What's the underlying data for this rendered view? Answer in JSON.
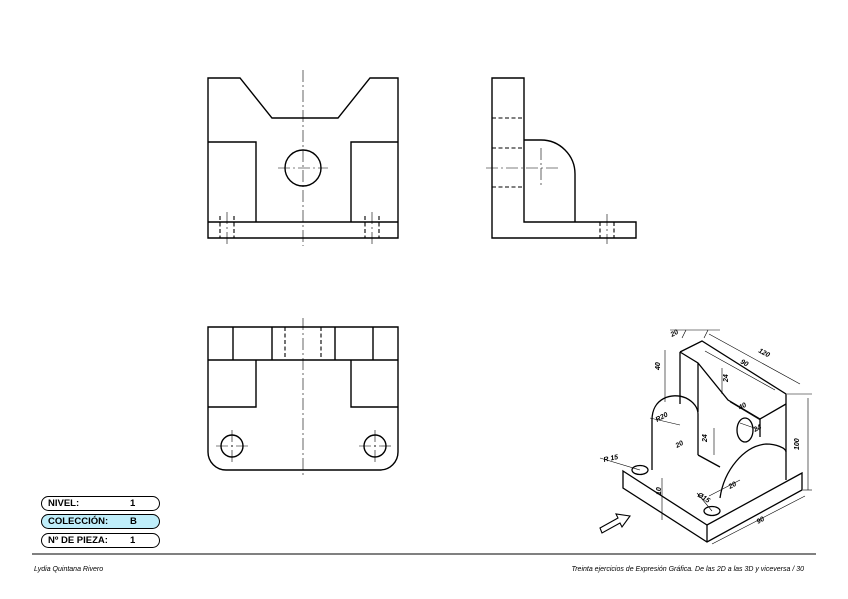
{
  "info": {
    "nivel_label": "NIVEL:",
    "nivel_value": "1",
    "coleccion_label": "COLECCIÓN:",
    "coleccion_value": "B",
    "pieza_label": "Nº DE PIEZA:",
    "pieza_value": "1",
    "highlight_color": "#bfeefa"
  },
  "footer": {
    "author": "Lydia Quintana Rivero",
    "series": "Treinta ejercicios de Expresión Gráfica. De las 2D a las 3D y viceversa / 30"
  },
  "dimensions": {
    "d120": "120",
    "d90_top": "90",
    "d20_top": "20",
    "d40_left": "40",
    "d24_slot": "24",
    "d40_mid": "40",
    "d24_hole": "24",
    "d24_bore": "24",
    "r20": "R20",
    "d20_a": "20",
    "d100": "100",
    "r15": "R 15",
    "d10": "10",
    "d15": "Ø15",
    "d20_b": "20",
    "d90_bot": "90"
  }
}
